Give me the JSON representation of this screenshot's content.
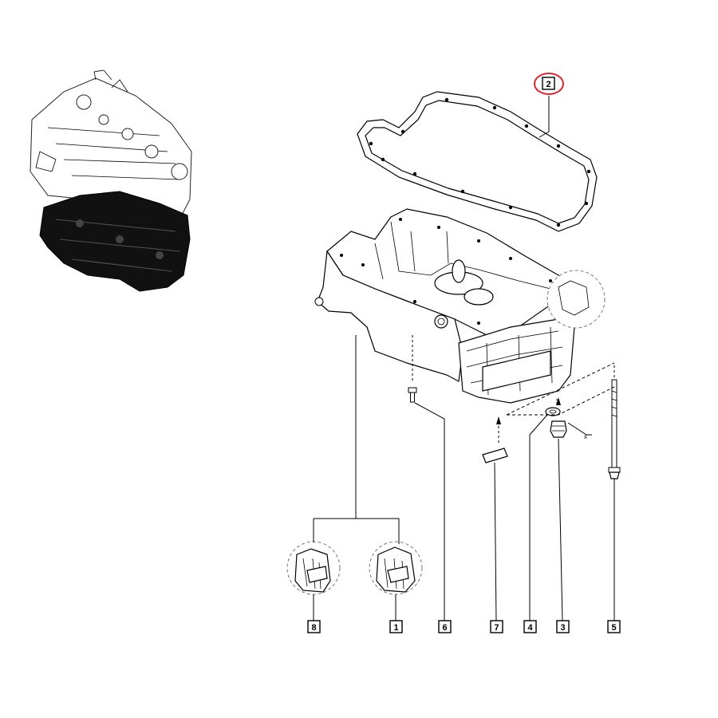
{
  "callouts": {
    "gasket": "2",
    "oil_pan_bracket_1": "1",
    "oil_pan_bracket_8": "8",
    "screw_6": "6",
    "sealant_7": "7",
    "washer_4": "4",
    "drain_plug_3": "3",
    "long_bolt_5": "5"
  },
  "annotations": {
    "axis_x": "x"
  },
  "colors": {
    "highlight": "#e0252b",
    "line": "#000000",
    "engine_block": "#111111"
  },
  "icons": {
    "engine": "engine-assembly-icon",
    "oil_pan": "oil-pan-icon",
    "gasket": "gasket-icon"
  }
}
